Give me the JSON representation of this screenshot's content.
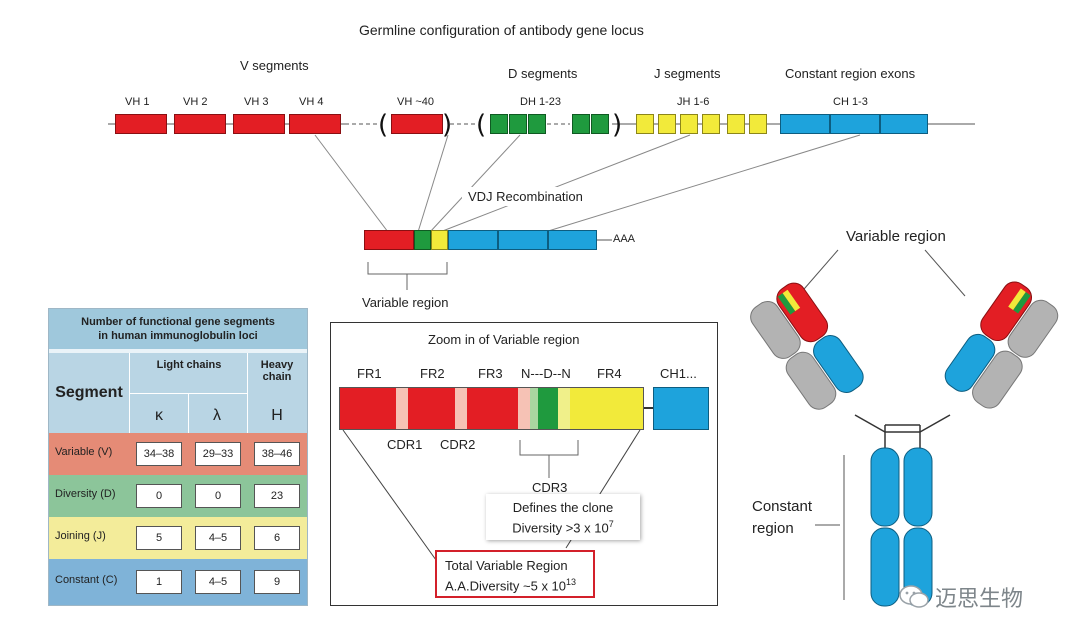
{
  "title": "Germline configuration of antibody gene locus",
  "locus": {
    "v_segments_label": "V segments",
    "d_segments_label": "D segments",
    "j_segments_label": "J segments",
    "c_exons_label": "Constant region exons",
    "vh1": "VH 1",
    "vh2": "VH 2",
    "vh3": "VH 3",
    "vh4": "VH 4",
    "vh40": "VH ~40",
    "dh": "DH 1-23",
    "jh": "JH 1-6",
    "ch": "CH 1-3"
  },
  "recombination_label": "VDJ Recombination",
  "mrna": {
    "tail": "AAA",
    "variable_region_label": "Variable region"
  },
  "table": {
    "title_line1": "Number of functional gene segments",
    "title_line2": "in human immunoglobulin loci",
    "headers": {
      "segment": "Segment",
      "light": "Light chains",
      "heavy": "Heavy chain",
      "kappa": "κ",
      "lambda": "λ",
      "h": "H"
    },
    "rows": [
      {
        "name": "Variable (V)",
        "k": "34–38",
        "l": "29–33",
        "h": "38–46"
      },
      {
        "name": "Diversity (D)",
        "k": "0",
        "l": "0",
        "h": "23"
      },
      {
        "name": "Joining (J)",
        "k": "5",
        "l": "4–5",
        "h": "6"
      },
      {
        "name": "Constant (C)",
        "k": "1",
        "l": "4–5",
        "h": "9"
      }
    ]
  },
  "zoom": {
    "title": "Zoom in of Variable region",
    "fr1": "FR1",
    "fr2": "FR2",
    "fr3": "FR3",
    "ndn": "N---D--N",
    "fr4": "FR4",
    "ch1": "CH1...",
    "cdr1": "CDR1",
    "cdr2": "CDR2",
    "cdr3": "CDR3",
    "clone_line1": "Defines the clone",
    "clone_line2": "Diversity >3 x 10",
    "clone_exp": "7",
    "total_line1": "Total Variable Region",
    "total_line2": "A.A.Diversity ~5 x 10",
    "total_exp": "13"
  },
  "antibody": {
    "variable_region_label": "Variable region",
    "constant_region_line1": "Constant",
    "constant_region_line2": "region"
  },
  "watermark": "迈思生物",
  "colors": {
    "v": "#e31e24",
    "d": "#1f9a3e",
    "j": "#f2ea3a",
    "c": "#1ea3dc",
    "row_v": "#e58b76",
    "row_d": "#8cc59a",
    "row_j": "#f3ec9a",
    "row_c": "#7fb3d8",
    "header": "#9fc8dc"
  }
}
